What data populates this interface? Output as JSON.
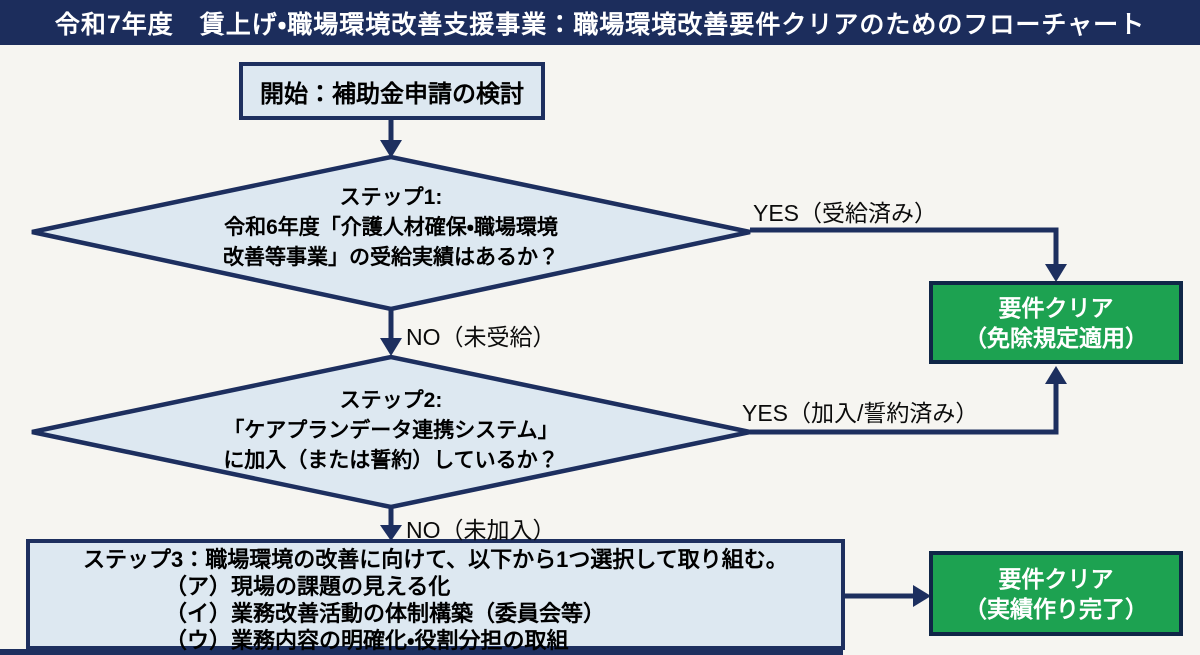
{
  "header": {
    "title": "令和7年度　賃上げ・職場環境改善支援事業：職場環境改善要件クリアのためのフローチャート"
  },
  "flow": {
    "start": {
      "label": "開始：補助金申請の検討"
    },
    "step1": {
      "lines": [
        "ステップ1:",
        "令和6年度「介護人材確保・職場環境",
        "改善等事業」の受給実績はあるか？"
      ],
      "yes_label": "YES（受給済み）",
      "no_label": "NO（未受給）"
    },
    "step2": {
      "lines": [
        "ステップ2:",
        "「ケアプランデータ連携システム」",
        "に加入（または誓約）しているか？"
      ],
      "yes_label": "YES（加入/誓約済み）",
      "no_label": "NO（未加入）"
    },
    "step3": {
      "lines": [
        "ステップ3：職場環境の改善に向けて、以下から1つ選択して取り組む。",
        "（ア）現場の課題の見える化",
        "（イ）業務改善活動の体制構築（委員会等）",
        "（ウ）業務内容の明確化・役割分担の取組"
      ]
    },
    "outcome_exempt": {
      "lines": [
        "要件クリア",
        "（免除規定適用）"
      ]
    },
    "outcome_done": {
      "lines": [
        "要件クリア",
        "（実績作り完了）"
      ]
    }
  },
  "colors": {
    "header_bg": "#1c2d5c",
    "node_fill": "#dde8f1",
    "node_border": "#1d2f5f",
    "arrow": "#1d2f5f",
    "outcome_green": "#1da251",
    "outcome_border": "#102647",
    "outcome_text": "#ffffff",
    "background": "#f6f5f1"
  }
}
